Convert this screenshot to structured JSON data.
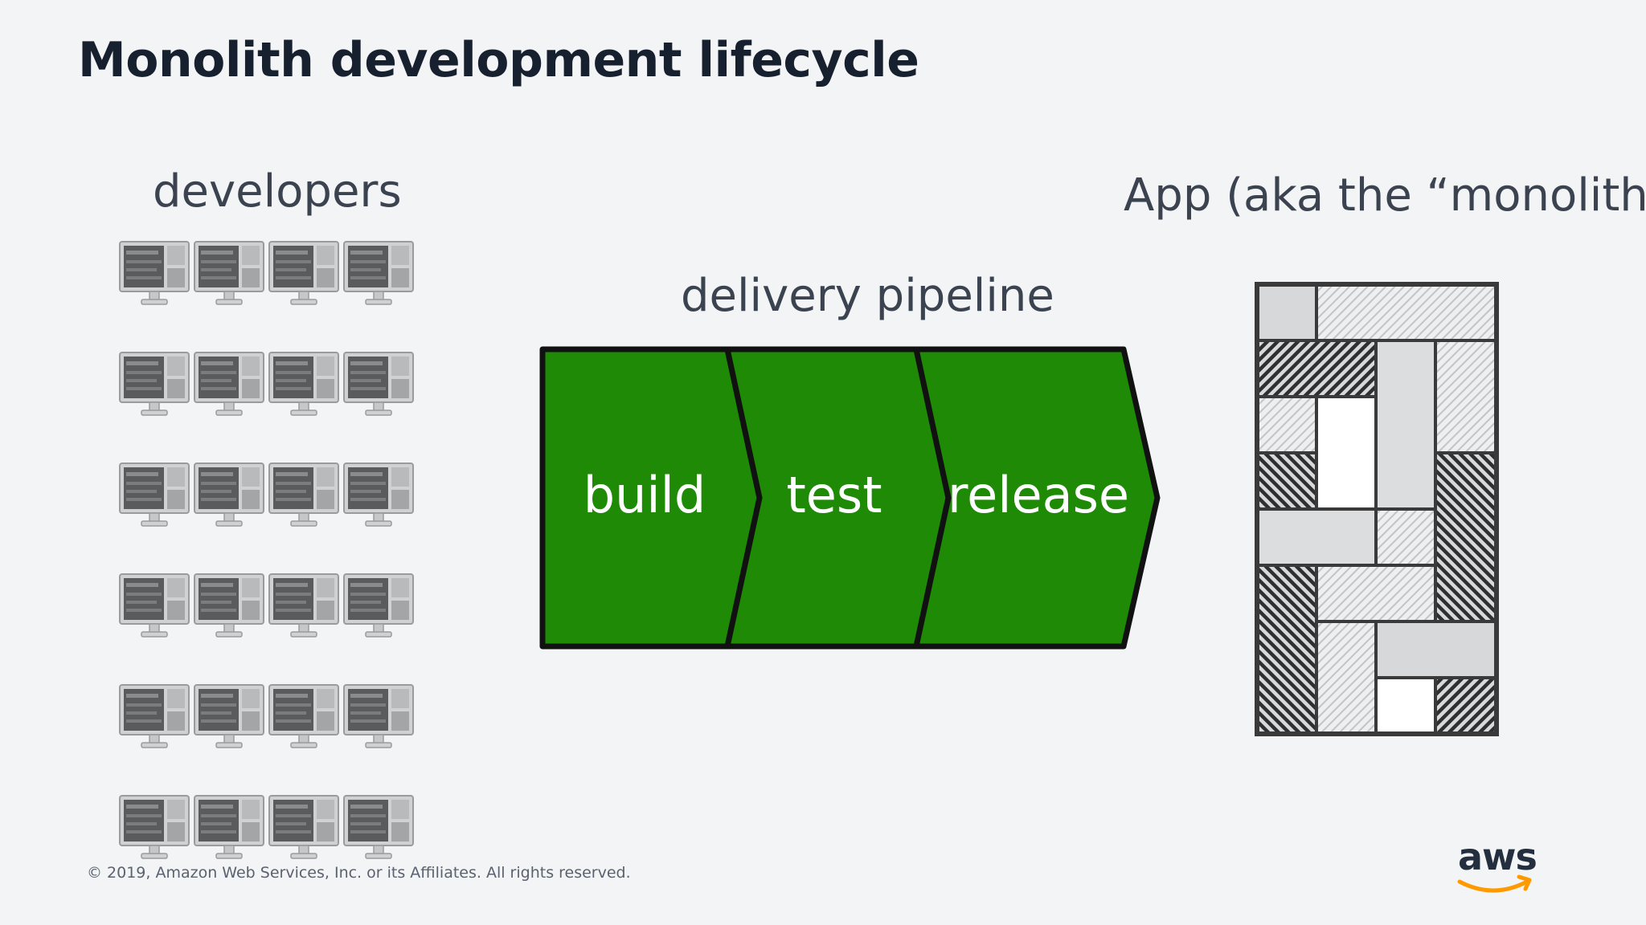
{
  "slide": {
    "title": "Monolith development lifecycle",
    "developers_label": "developers",
    "pipeline_label": "delivery pipeline",
    "app_label": "App (aka the “monolith”)",
    "footer": "© 2019, Amazon Web Services, Inc. or its Affiliates. All rights reserved."
  },
  "developers": {
    "rows": 6,
    "columns": 4,
    "icon": "monitor-icon"
  },
  "pipeline": {
    "fill_color": "#1e8a05",
    "stages": [
      {
        "label": "build"
      },
      {
        "label": "test"
      },
      {
        "label": "release"
      }
    ]
  },
  "logo": {
    "text": "aws",
    "smile_color": "#ff9900"
  }
}
